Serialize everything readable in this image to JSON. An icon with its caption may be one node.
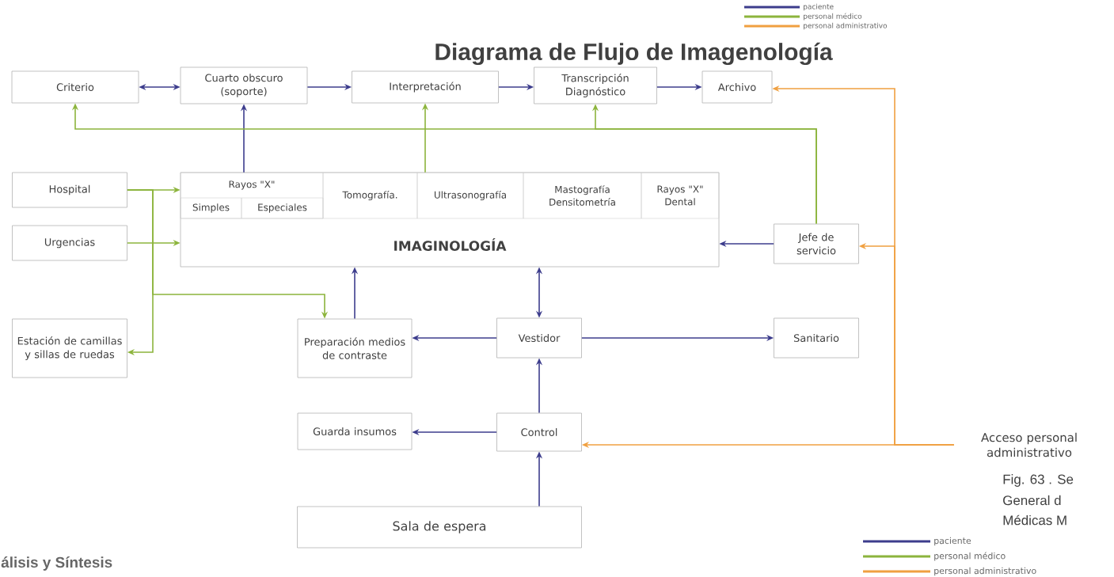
{
  "diagram": {
    "title": "Diagrama de Flujo de Imagenología",
    "nodes": [
      {
        "text": [
          "Criterio"
        ]
      },
      {
        "text": [
          "Cuarto obscuro (soporte)"
        ]
      },
      {
        "text": [
          "Interpretación"
        ]
      },
      {
        "text": [
          "Transcripción Diagnóstico"
        ]
      },
      {
        "text": [
          "Archivo"
        ]
      },
      {
        "text": [
          "Hospital"
        ]
      },
      {
        "text": [
          "Urgencias"
        ]
      },
      {
        "text": [
          "IMAGINOLOGÍA"
        ]
      },
      {
        "text": [
          "Rayos \"X\""
        ],
        "in": 7
      },
      {
        "text": [
          "Simples"
        ],
        "in": 8
      },
      {
        "text": [
          "Especiales"
        ],
        "in": 8
      },
      {
        "text": [
          "Tomografía."
        ],
        "in": 7
      },
      {
        "text": [
          "Ultrasonografía"
        ],
        "in": 7
      },
      {
        "text": [
          "Mastografía Densitometría"
        ],
        "in": 7
      },
      {
        "text": [
          "Rayos \"X\" Dental"
        ],
        "in": 7
      },
      {
        "text": [
          "Jefe de servicio"
        ]
      },
      {
        "text": [
          "Estación de camillas y sillas de ruedas"
        ]
      },
      {
        "text": [
          "Preparación medios de contraste"
        ]
      },
      {
        "text": [
          "Vestidor"
        ]
      },
      {
        "text": [
          "Sanitario"
        ]
      },
      {
        "text": [
          "Guarda insumos"
        ]
      },
      {
        "text": [
          "Control"
        ]
      },
      {
        "text": [
          "Sala de espera"
        ]
      },
      {
        "text": [
          "Acceso personal administrativo"
        ]
      }
    ],
    "edges": [
      {
        "from": 0,
        "to": 1,
        "arrow": "both"
      },
      {
        "from": 1,
        "to": 2,
        "arrow": "to"
      },
      {
        "from": 2,
        "to": 3,
        "arrow": "to"
      },
      {
        "from": 3,
        "to": 4,
        "arrow": "to"
      },
      {
        "from": 8,
        "to": 1,
        "arrow": "to"
      },
      {
        "from": 12,
        "to": 2,
        "arrow": "to",
        "color": "#8cb43c"
      },
      {
        "from": 15,
        "to": 0,
        "arrow": "to",
        "color": "#8cb43c"
      },
      {
        "from": 15,
        "to": 3,
        "arrow": "to",
        "color": "#8cb43c"
      },
      {
        "from": 5,
        "to": 7,
        "arrow": "to",
        "color": "#8cb43c"
      },
      {
        "from": 6,
        "to": 7,
        "arrow": "to",
        "color": "#8cb43c"
      },
      {
        "from": 5,
        "to": 16,
        "arrow": "to",
        "color": "#8cb43c"
      },
      {
        "from": 5,
        "to": 17,
        "arrow": "to",
        "color": "#8cb43c"
      },
      {
        "from": 17,
        "to": 7,
        "arrow": "to"
      },
      {
        "from": 18,
        "to": 7,
        "arrow": "both"
      },
      {
        "from": 18,
        "to": 17,
        "arrow": "to"
      },
      {
        "from": 18,
        "to": 19,
        "arrow": "to"
      },
      {
        "from": 21,
        "to": 18,
        "arrow": "to"
      },
      {
        "from": 21,
        "to": 20,
        "arrow": "to"
      },
      {
        "from": 22,
        "to": 21,
        "arrow": "to"
      },
      {
        "from": 15,
        "to": 7,
        "arrow": "to"
      },
      {
        "from": 23,
        "to": 21,
        "arrow": "to",
        "color": "#f0a040"
      },
      {
        "from": 23,
        "to": 15,
        "arrow": "to",
        "color": "#f0a040"
      },
      {
        "from": 23,
        "to": 4,
        "arrow": "to",
        "color": "#f0a040"
      }
    ],
    "labels": [
      "Fig. 63 . Se",
      "General d",
      "Médicas M",
      "álisis y Síntesis"
    ],
    "legend": [
      {
        "text": "paciente",
        "color": "#3c3c8c"
      },
      {
        "text": "personal médico",
        "color": "#8cb43c"
      },
      {
        "text": "personal administrativo",
        "color": "#f0a040"
      },
      {
        "text": "paciente",
        "color": "#3c3c8c"
      },
      {
        "text": "personal médico",
        "color": "#8cb43c"
      },
      {
        "text": "personal administrativo",
        "color": "#f0a040"
      }
    ]
  }
}
